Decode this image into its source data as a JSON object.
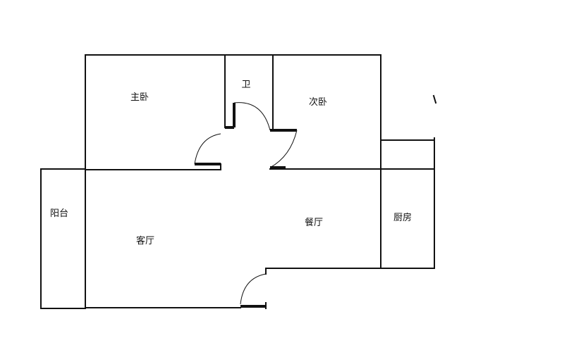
{
  "rooms": {
    "master_bedroom": "主卧",
    "bathroom": "卫",
    "second_bedroom": "次卧",
    "balcony": "阳台",
    "living_room": "客厅",
    "dining_room": "餐厅",
    "kitchen": "厨房"
  },
  "colors": {
    "wall": "#111111",
    "background": "#ffffff"
  }
}
